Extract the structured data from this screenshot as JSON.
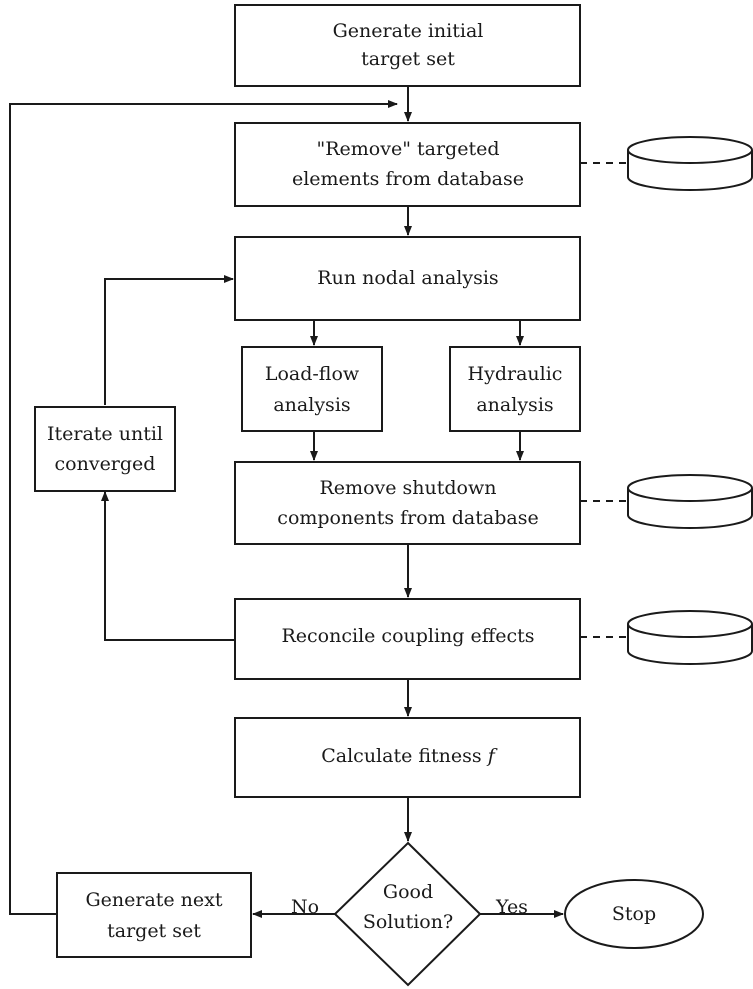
{
  "nodes": {
    "generate_initial": [
      "Generate initial",
      "target set"
    ],
    "remove_targeted": [
      "\"Remove\" targeted",
      "elements from database"
    ],
    "run_nodal": [
      "Run nodal analysis"
    ],
    "load_flow": [
      "Load-flow",
      "analysis"
    ],
    "hydraulic": [
      "Hydraulic",
      "analysis"
    ],
    "iterate": [
      "Iterate until",
      "converged"
    ],
    "remove_shutdown": [
      "Remove shutdown",
      "components from database"
    ],
    "reconcile": [
      "Reconcile coupling effects"
    ],
    "fitness": [
      "Calculate fitness ",
      "f"
    ],
    "decision": [
      "Good",
      "Solution?"
    ],
    "generate_next": [
      "Generate next",
      "target set"
    ],
    "stop": [
      "Stop"
    ]
  },
  "edges": {
    "no_label": "No",
    "yes_label": "Yes"
  },
  "icons": {
    "database": "database-cylinder-icon"
  }
}
